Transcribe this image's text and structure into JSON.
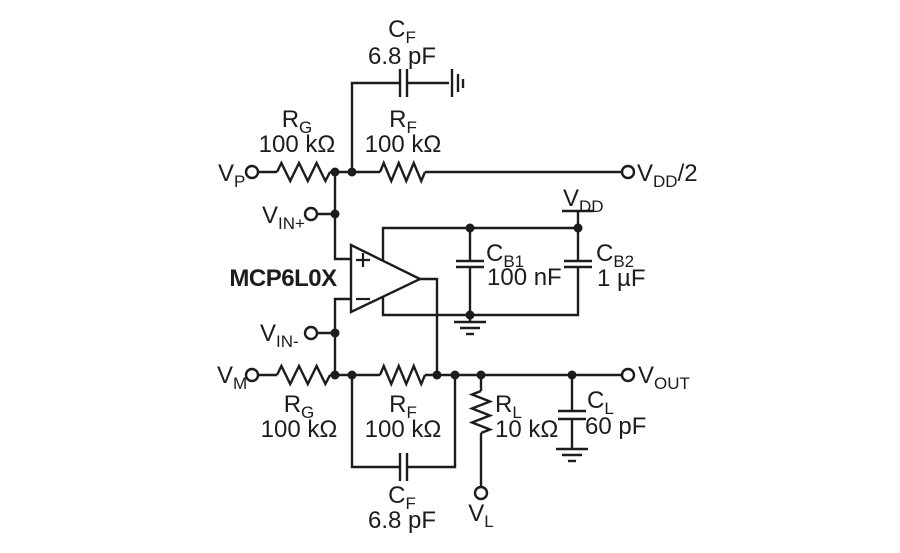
{
  "colors": {
    "ink": "#1c1c1c",
    "background": "#ffffff"
  },
  "opamp": {
    "part_number": "MCP6L0X"
  },
  "components": {
    "cf_top": {
      "name": "C",
      "name_sub": "F",
      "value": "6.8 pF"
    },
    "rg_top": {
      "name": "R",
      "name_sub": "G",
      "value": "100 kΩ"
    },
    "rf_top": {
      "name": "R",
      "name_sub": "F",
      "value": "100 kΩ"
    },
    "cb1": {
      "name": "C",
      "name_sub": "B1",
      "value": "100 nF"
    },
    "cb2": {
      "name": "C",
      "name_sub": "B2",
      "value": "1 µF"
    },
    "rg_bottom": {
      "name": "R",
      "name_sub": "G",
      "value": "100 kΩ"
    },
    "rf_bottom": {
      "name": "R",
      "name_sub": "F",
      "value": "100 kΩ"
    },
    "rl": {
      "name": "R",
      "name_sub": "L",
      "value": "10 kΩ"
    },
    "cl": {
      "name": "C",
      "name_sub": "L",
      "value": "60 pF"
    },
    "cf_bottom": {
      "name": "C",
      "name_sub": "F",
      "value": "6.8 pF"
    }
  },
  "ports": {
    "vp": {
      "name": "V",
      "sub": "P"
    },
    "vin_plus": {
      "name": "V",
      "sub": "IN+"
    },
    "vin_minus": {
      "name": "V",
      "sub": "IN-"
    },
    "vm": {
      "name": "V",
      "sub": "M"
    },
    "vdd_half": {
      "name": "V",
      "sub": "DD",
      "suffix": "/2"
    },
    "vdd": {
      "name": "V",
      "sub": "DD"
    },
    "vout": {
      "name": "V",
      "sub": "OUT"
    },
    "vl": {
      "name": "V",
      "sub": "L"
    }
  }
}
